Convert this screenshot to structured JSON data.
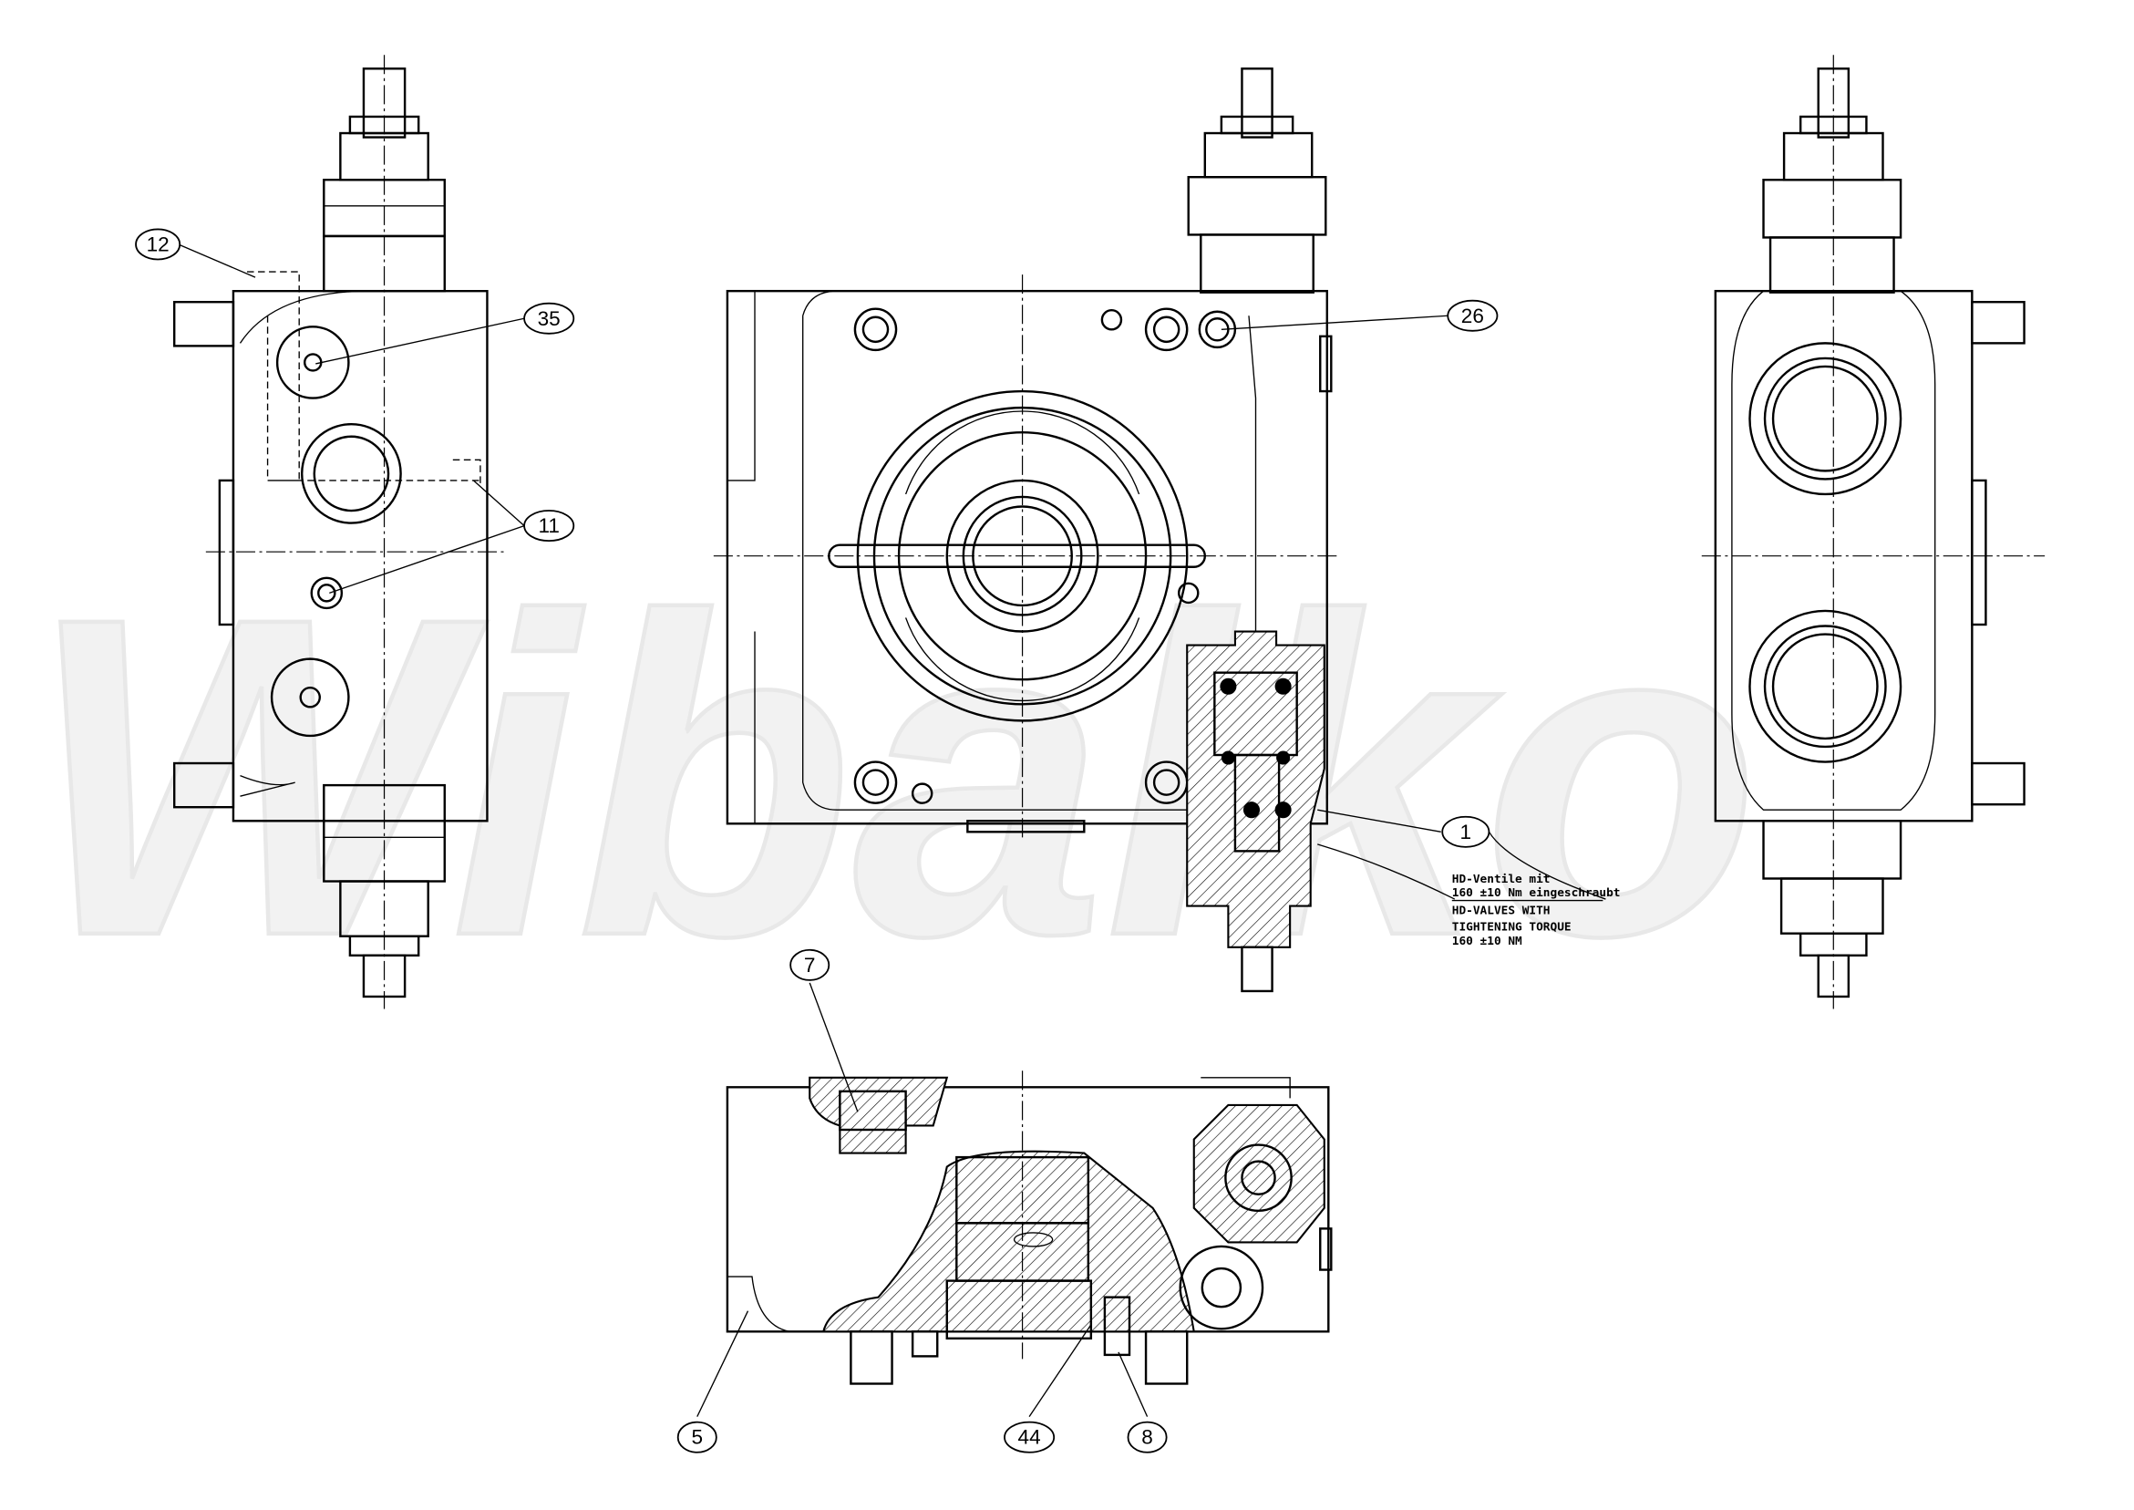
{
  "watermark": "Wibalko",
  "balloons": [
    {
      "id": "12",
      "label": "12"
    },
    {
      "id": "35",
      "label": "35"
    },
    {
      "id": "11",
      "label": "11"
    },
    {
      "id": "26",
      "label": "26"
    },
    {
      "id": "1",
      "label": "1"
    },
    {
      "id": "7",
      "label": "7"
    },
    {
      "id": "5",
      "label": "5"
    },
    {
      "id": "44",
      "label": "44"
    },
    {
      "id": "8",
      "label": "8"
    }
  ],
  "note": {
    "line1": "HD-Ventile mit",
    "line2": "160 ±10 Nm eingeschraubt",
    "line3": "HD-VALVES WITH",
    "line4": "TIGHTENING TORQUE",
    "line5": "160 ±10 NM"
  }
}
